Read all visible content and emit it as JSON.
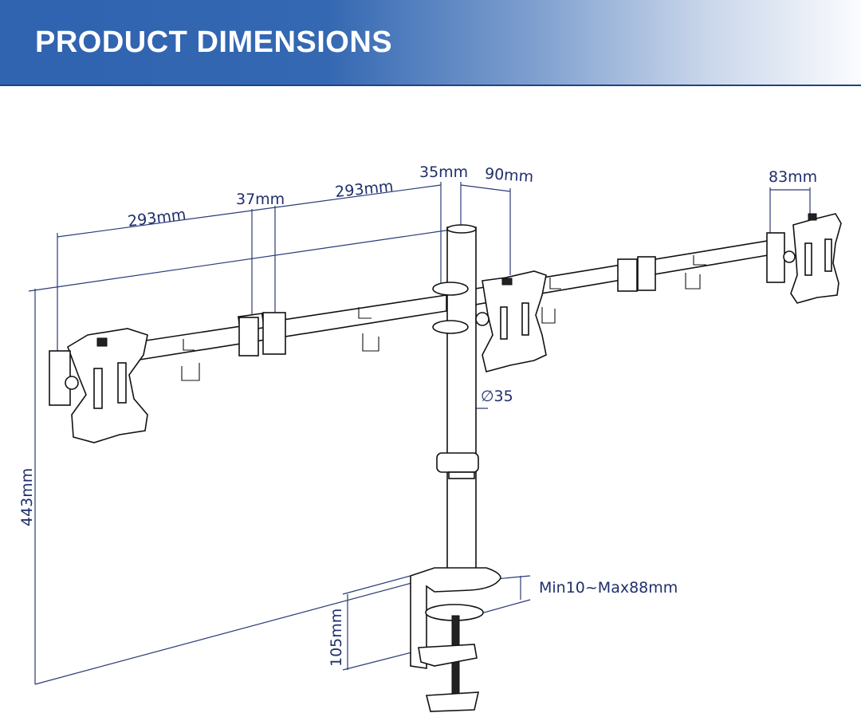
{
  "header": {
    "title": "PRODUCT DIMENSIONS"
  },
  "dimensions": {
    "arm_left_length": "293mm",
    "joint_width": "37mm",
    "arm_inner_length": "293mm",
    "pole_offset": "35mm",
    "center_head_offset": "90mm",
    "right_head_width": "83mm",
    "total_height": "443mm",
    "pole_diameter": "∅35",
    "clamp_range": "Min10~Max88mm",
    "clamp_height": "105mm"
  },
  "colors": {
    "header_blue": "#3063b0",
    "dimension_navy": "#1f2f6b"
  }
}
